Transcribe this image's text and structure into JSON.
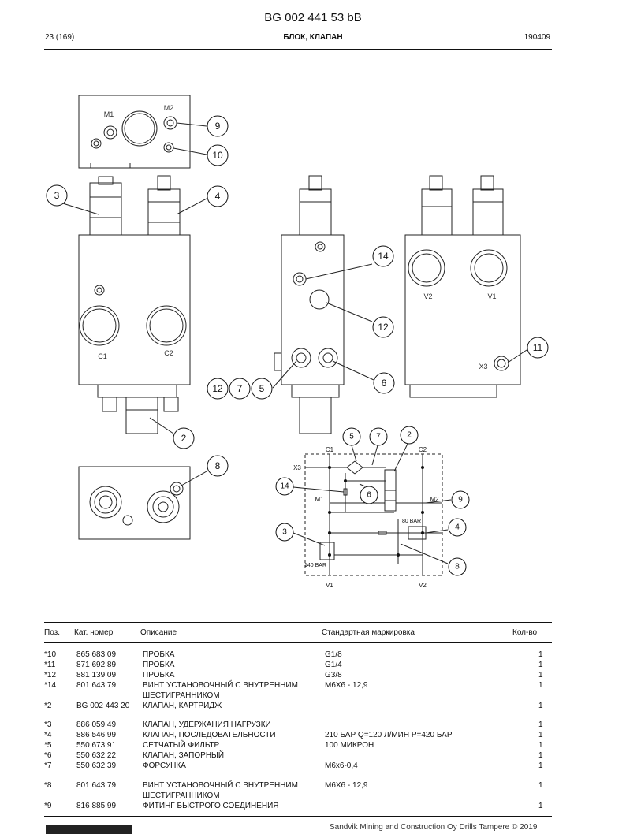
{
  "header": {
    "title": "BG 002 441 53 bB",
    "page": "23 (169)",
    "subtitle": "БЛОК, КЛАПАН",
    "date": "190409"
  },
  "drawing": {
    "port_labels": {
      "m1": "M1",
      "m2": "M2",
      "c1": "C1",
      "c2": "C2",
      "v1": "V1",
      "v2": "V2",
      "x3": "X3"
    },
    "callouts": [
      "9",
      "10",
      "3",
      "4",
      "14",
      "12",
      "11",
      "12",
      "7",
      "5",
      "6",
      "2",
      "8"
    ],
    "schematic": {
      "c1": "C1",
      "c2": "C2",
      "x3": "X3",
      "m1": "M1",
      "m2": "M2",
      "v1": "V1",
      "v2": "V2",
      "bar80": "80 BAR",
      "bar140": "140 BAR",
      "callouts": [
        "5",
        "7",
        "2",
        "14",
        "6",
        "9",
        "3",
        "4",
        "8"
      ]
    }
  },
  "table": {
    "headers": {
      "pos": "Поз.",
      "cat": "Кат. номер",
      "desc": "Описание",
      "std": "Стандартная маркировка",
      "qty": "Кол-во"
    },
    "rows": [
      {
        "pos": "*10",
        "cat": "865 683 09",
        "desc": "ПРОБКА",
        "std": "G1/8",
        "qty": "1"
      },
      {
        "pos": "*11",
        "cat": "871 692 89",
        "desc": "ПРОБКА",
        "std": "G1/4",
        "qty": "1"
      },
      {
        "pos": "*12",
        "cat": "881 139 09",
        "desc": "ПРОБКА",
        "std": "G3/8",
        "qty": "1"
      },
      {
        "pos": "*14",
        "cat": "801 643 79",
        "desc": "ВИНТ УСТАНОВОЧНЫЙ С ВНУТРЕННИМ",
        "std": "M6X6 - 12,9",
        "qty": "1"
      },
      {
        "pos": "",
        "cat": "",
        "desc": "ШЕСТИГРАННИКОМ",
        "std": "",
        "qty": ""
      },
      {
        "pos": "*2",
        "cat": "BG 002 443 20",
        "desc": "КЛАПАН, КАРТРИДЖ",
        "std": "",
        "qty": "1"
      },
      {
        "pos": "*3",
        "cat": "886 059 49",
        "desc": "КЛАПАН, УДЕРЖАНИЯ НАГРУЗКИ",
        "std": "",
        "qty": "1"
      },
      {
        "pos": "*4",
        "cat": "886 546 99",
        "desc": "КЛАПАН, ПОСЛЕДОВАТЕЛЬНОСТИ",
        "std": "210 БАР Q=120 Л/МИН P=420 БАР",
        "qty": "1"
      },
      {
        "pos": "*5",
        "cat": "550 673 91",
        "desc": "СЕТЧАТЫЙ ФИЛЬТР",
        "std": "100 МИКРОН",
        "qty": "1"
      },
      {
        "pos": "*6",
        "cat": "550 632 22",
        "desc": "КЛАПАН, ЗАПОРНЫЙ",
        "std": "",
        "qty": "1"
      },
      {
        "pos": "*7",
        "cat": "550 632 39",
        "desc": "ФОРСУНКА",
        "std": "M6x6-0,4",
        "qty": "1"
      },
      {
        "pos": "*8",
        "cat": "801 643 79",
        "desc": "ВИНТ УСТАНОВОЧНЫЙ С ВНУТРЕННИМ",
        "std": "M6X6 - 12,9",
        "qty": "1"
      },
      {
        "pos": "",
        "cat": "",
        "desc": "ШЕСТИГРАННИКОМ",
        "std": "",
        "qty": ""
      },
      {
        "pos": "*9",
        "cat": "816 885 99",
        "desc": "ФИТИНГ БЫСТРОГО СОЕДИНЕНИЯ",
        "std": "",
        "qty": "1"
      }
    ]
  },
  "footer": {
    "text": "Sandvik Mining and Construction Oy Drills Tampere © 2019"
  }
}
